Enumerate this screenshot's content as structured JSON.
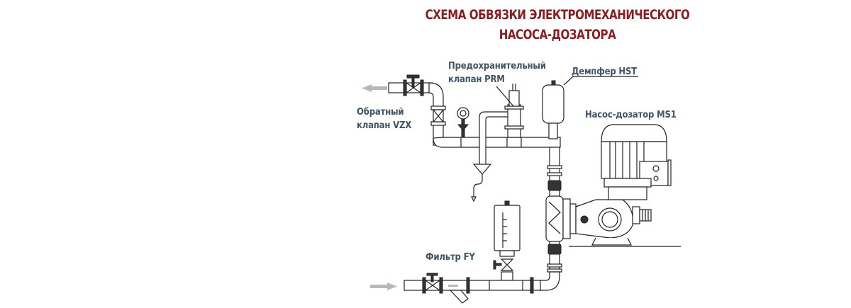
{
  "diagram": {
    "title_line1": "СХЕМА ОБВЯЗКИ ЭЛЕКТРОМЕХАНИЧЕСКОГО",
    "title_line2": "НАСОСА-ДОЗАТОРА",
    "colors": {
      "title": "#8e1b1f",
      "labels": "#3f5568",
      "flow_arrow": "#b8b8b8"
    },
    "labels": {
      "prm_line1": "Предохранительный",
      "prm_line2": "клапан  PRM",
      "hst": "Демпфер HST",
      "vzx_line1": "Обратный",
      "vzx_line2": "клапан VZX",
      "ms1": "Насос-дозатор MS1",
      "fy": "Фильтр FY"
    }
  }
}
